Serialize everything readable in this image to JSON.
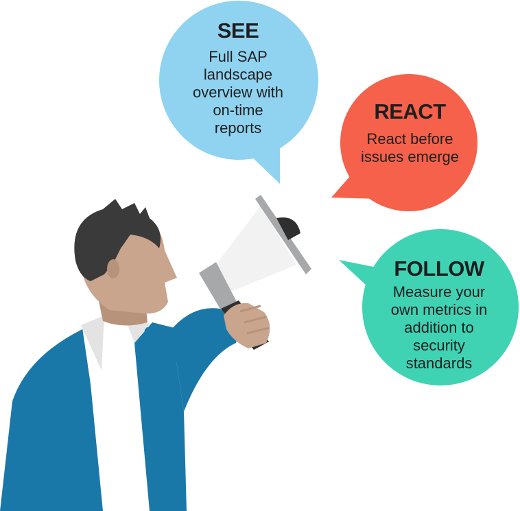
{
  "colors": {
    "see": "#8fd3f1",
    "react": "#f5614a",
    "follow": "#3fd3b4",
    "jacket": "#1a78a8",
    "skin": "#c9a58d",
    "hair": "#3b3a3a",
    "megaphone": "#a6a8aa"
  },
  "bubbles": {
    "see": {
      "title": "SEE",
      "lines": [
        "Full SAP",
        "landscape",
        "overview with",
        "on-time",
        "reports"
      ]
    },
    "react": {
      "title": "REACT",
      "lines": [
        "React before",
        "issues emerge"
      ]
    },
    "follow": {
      "title": "FOLLOW",
      "lines": [
        "Measure your",
        "own metrics in",
        "addition to",
        "security",
        "standards"
      ]
    }
  }
}
